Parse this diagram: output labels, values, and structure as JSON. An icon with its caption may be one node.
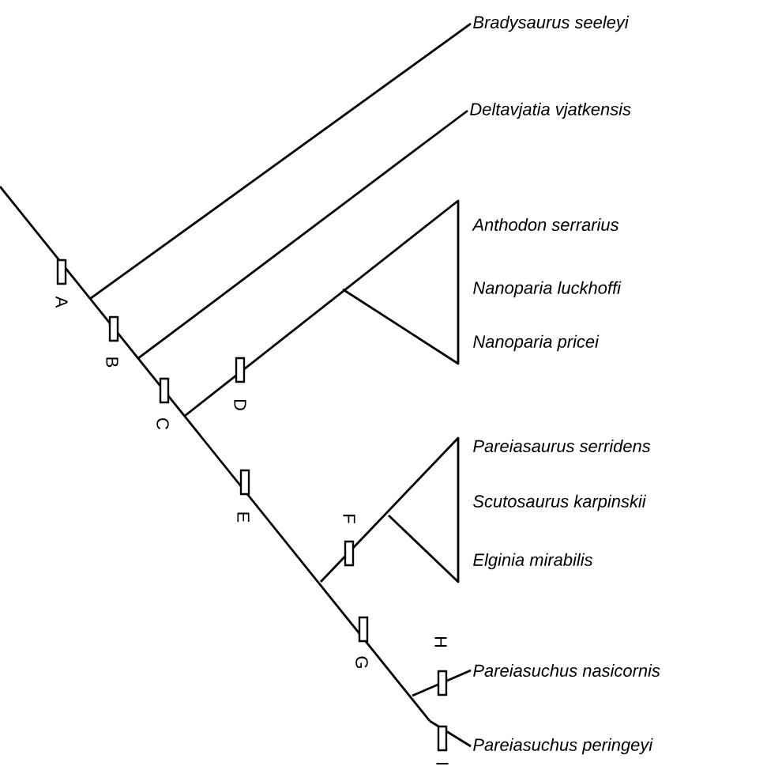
{
  "diagram": {
    "nodes": [
      {
        "text": [
          "*Bradysaurus seeleyi*"
        ]
      },
      {
        "text": [
          "*Deltavjatia vjatkensis*"
        ]
      },
      {
        "text": [
          "*Anthodon serrarius*"
        ]
      },
      {
        "text": [
          "*Nanoparia luckhoffi*"
        ]
      },
      {
        "text": [
          "*Nanoparia pricei*"
        ]
      },
      {
        "text": [
          "*Pareiasaurus serridens*"
        ]
      },
      {
        "text": [
          "*Scutosaurus karpinskii*"
        ]
      },
      {
        "text": [
          "*Elginia mirabilis*"
        ]
      },
      {
        "text": [
          "*Pareiasuchus nasicornis*"
        ]
      },
      {
        "text": [
          "*Pareiasuchus peringeyi*"
        ]
      }
    ],
    "edges": [
      {
        "from": null,
        "to": 0,
        "arrow": "none"
      },
      {
        "from": null,
        "to": 1,
        "arrow": "none"
      },
      {
        "from": null,
        "to": 8,
        "arrow": "none"
      },
      {
        "from": null,
        "to": 9,
        "arrow": "none"
      }
    ],
    "labels": [
      "A",
      "B",
      "C",
      "D",
      "E",
      "F",
      "G",
      "H",
      "I"
    ]
  }
}
